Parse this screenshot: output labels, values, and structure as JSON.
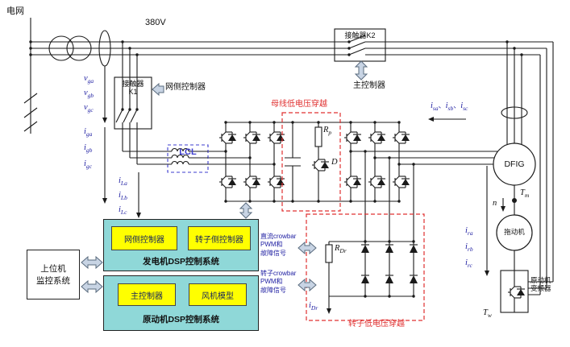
{
  "colors": {
    "wire": "#1a1a1a",
    "signal": "#2121a3",
    "red": "#e03030",
    "blue": "#3d3dcf",
    "teal": "#8fd8d8",
    "yellow": "#ffff00",
    "arrow_fill": "#c8d4e4",
    "arrow_stroke": "#5a6b7e"
  },
  "labels": {
    "grid": "电网",
    "v380": "380V",
    "k2": "接触器K2",
    "k1": "接触器\nK1",
    "grid_ctrl_top": "网侧控制器",
    "main_ctrl_top": "主控制器",
    "bus_lvrt": "母线低电压穿越",
    "rotor_lvrt": "转子低电压穿越",
    "lcl": "LCL",
    "dfig": "DFIG",
    "drag_motor": "拖动机",
    "pm_inverter": "原动机\n变频器",
    "host": "上位机\n监控系统",
    "gen_dsp_caption": "发电机DSP控制系统",
    "dsp_grid_ctrl": "网侧控制器",
    "dsp_rotor_ctrl": "转子侧控制器",
    "motor_dsp_caption": "原动机DSP控制系统",
    "dsp_main_ctrl": "主控制器",
    "dsp_fan_model": "风机模型",
    "dc_crowbar_note": "直流crowbar\nPWM和\n故障信号",
    "rotor_crowbar_note": "转子crowbar\nPWM和\n故障信号"
  },
  "sym": {
    "sep": "、",
    "vga": {
      "b": "v",
      "s": "ga"
    },
    "vgb": {
      "b": "v",
      "s": "gb"
    },
    "vgc": {
      "b": "v",
      "s": "gc"
    },
    "iga": {
      "b": "i",
      "s": "ga"
    },
    "igb": {
      "b": "i",
      "s": "gb"
    },
    "igc": {
      "b": "i",
      "s": "gc"
    },
    "iLa": {
      "b": "i",
      "s": "La"
    },
    "iLb": {
      "b": "i",
      "s": "Lb"
    },
    "iLc": {
      "b": "i",
      "s": "Lc"
    },
    "isa": {
      "b": "i",
      "s": "sa"
    },
    "isb": {
      "b": "i",
      "s": "sb"
    },
    "isc": {
      "b": "i",
      "s": "sc"
    },
    "ira": {
      "b": "i",
      "s": "ra"
    },
    "irb": {
      "b": "i",
      "s": "rb"
    },
    "irc": {
      "b": "i",
      "s": "rc"
    },
    "iDr": {
      "b": "i",
      "s": "Dr"
    },
    "Rp": {
      "b": "R",
      "s": "p"
    },
    "D": {
      "b": "D",
      "s": ""
    },
    "RDr": {
      "b": "R",
      "s": "Dr"
    },
    "Tm": {
      "b": "T",
      "s": "m"
    },
    "Tw": {
      "b": "T",
      "s": "w"
    },
    "n": {
      "b": "n",
      "s": ""
    }
  }
}
